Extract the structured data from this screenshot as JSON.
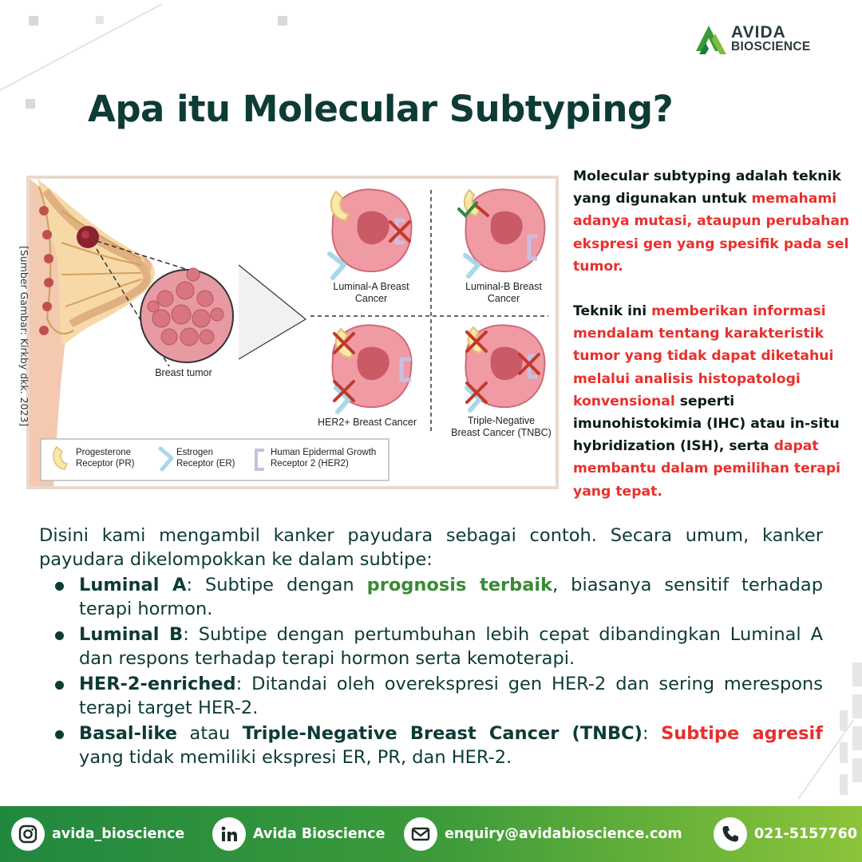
{
  "brand": {
    "line1": "AVIDA",
    "line2": "BIOSCIENCE",
    "color": "#3a9a3a"
  },
  "title": "Apa itu Molecular Subtyping?",
  "figure": {
    "source": "[Sumber Gambar: Kirkby dkk. 2023]",
    "tumor_label": "Breast tumor",
    "quadrants": [
      {
        "label1": "Luminal-A Breast",
        "label2": "Cancer"
      },
      {
        "label1": "Luminal-B Breast",
        "label2": "Cancer"
      },
      {
        "label1": "HER2+ Breast Cancer",
        "label2": ""
      },
      {
        "label1": "Triple-Negative",
        "label2": "Breast Cancer (TNBC)"
      }
    ],
    "legend": [
      {
        "label1": "Progesterone",
        "label2": "Receptor (PR)"
      },
      {
        "label1": "Estrogen",
        "label2": "Receptor (ER)"
      },
      {
        "label1": "Human Epidermal Growth",
        "label2": "Receptor 2 (HER2)"
      }
    ]
  },
  "side": {
    "p1": [
      {
        "t": "Molecular subtyping adalah teknik yang digunakan untuk ",
        "red": false
      },
      {
        "t": "memahami adanya mutasi, ataupun perubahan ekspresi gen yang spesifik pada sel tumor.",
        "red": true
      }
    ],
    "p2": [
      {
        "t": "Teknik ini ",
        "red": false
      },
      {
        "t": "memberikan informasi mendalam tentang karakteristik tumor yang tidak dapat diketahui melalui analisis histopatologi konvensional",
        "red": true
      },
      {
        "t": " seperti imunohistokimia (IHC) atau in-situ hybridization (ISH), serta ",
        "red": false
      },
      {
        "t": "dapat membantu dalam pemilihan terapi yang tepat.",
        "red": true
      }
    ]
  },
  "intro": "Disini kami mengambil kanker payudara sebagai contoh. Secara umum, kanker payudara dikelompokkan ke dalam subtipe:",
  "bullets": [
    [
      {
        "t": "Luminal A",
        "s": "b"
      },
      {
        "t": ": Subtipe dengan ",
        "s": ""
      },
      {
        "t": "prognosis terbaik",
        "s": "green"
      },
      {
        "t": ", biasanya sensitif terhadap terapi hormon.",
        "s": ""
      }
    ],
    [
      {
        "t": "Luminal B",
        "s": "b"
      },
      {
        "t": ": Subtipe dengan pertumbuhan lebih cepat dibandingkan Luminal A dan respons terhadap terapi hormon serta kemoterapi.",
        "s": ""
      }
    ],
    [
      {
        "t": "HER-2-enriched",
        "s": "b"
      },
      {
        "t": ": Ditandai oleh overekspresi gen HER-2 dan sering merespons terapi target HER-2.",
        "s": ""
      }
    ],
    [
      {
        "t": "Basal-like",
        "s": "b"
      },
      {
        "t": " atau ",
        "s": ""
      },
      {
        "t": "Triple-Negative Breast Cancer (TNBC)",
        "s": "b"
      },
      {
        "t": ": ",
        "s": ""
      },
      {
        "t": "Subtipe agresif",
        "s": "redb"
      },
      {
        "t": " yang tidak memiliki ekspresi ER, PR, dan HER-2.",
        "s": ""
      }
    ]
  ],
  "footer": {
    "instagram": "avida_bioscience",
    "linkedin": "Avida Bioscience",
    "email": "enquiry@avidabioscience.com",
    "phone": "021-5157760",
    "icons": [
      "instagram-icon",
      "linkedin-icon",
      "email-icon",
      "phone-icon"
    ]
  }
}
